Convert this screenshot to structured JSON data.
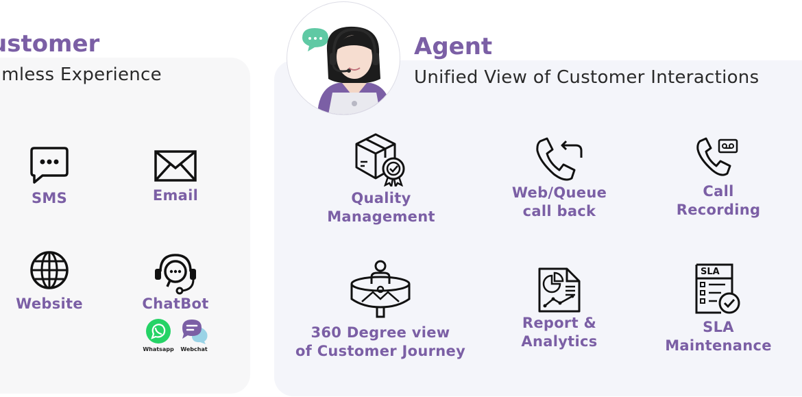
{
  "customer": {
    "title": "ustomer",
    "subtitle": "amless Experience",
    "channels": [
      {
        "label": "SMS",
        "icon": "sms-chat-bubble-icon"
      },
      {
        "label": "Email",
        "icon": "envelope-icon"
      },
      {
        "label": "Website",
        "icon": "globe-icon"
      },
      {
        "label": "ChatBot",
        "icon": "chatbot-headset-icon"
      }
    ],
    "chatbot_channels": [
      {
        "label": "Whatsapp",
        "icon": "whatsapp-icon"
      },
      {
        "label": "Webchat",
        "icon": "webchat-icon"
      }
    ]
  },
  "agent": {
    "title": "Agent",
    "subtitle": "Unified View of Customer Interactions",
    "avatar_icon": "agent-headset-avatar",
    "features": [
      {
        "line1": "Quality",
        "line2": "Management",
        "icon": "quality-box-badge-icon"
      },
      {
        "line1": "Web/Queue",
        "line2": "call back",
        "icon": "phone-callback-icon"
      },
      {
        "line1": "Call",
        "line2": "Recording",
        "icon": "phone-recording-icon"
      },
      {
        "line1": "360 Degree view",
        "line2": "of Customer Journey",
        "icon": "360-view-icon"
      },
      {
        "line1": "Report &",
        "line2": "Analytics",
        "icon": "report-analytics-icon"
      },
      {
        "line1": "SLA",
        "line2": "Maintenance",
        "icon": "sla-checklist-icon"
      }
    ],
    "sla_icon_text": "SLA"
  },
  "colors": {
    "accent": "#7b5fa5",
    "text_dark": "#2a2a2a",
    "panel_customer": "#f7f7f8",
    "panel_agent": "#f4f5fa",
    "whatsapp_green": "#25d366",
    "chat_bubble_green": "#5fc9a4"
  }
}
